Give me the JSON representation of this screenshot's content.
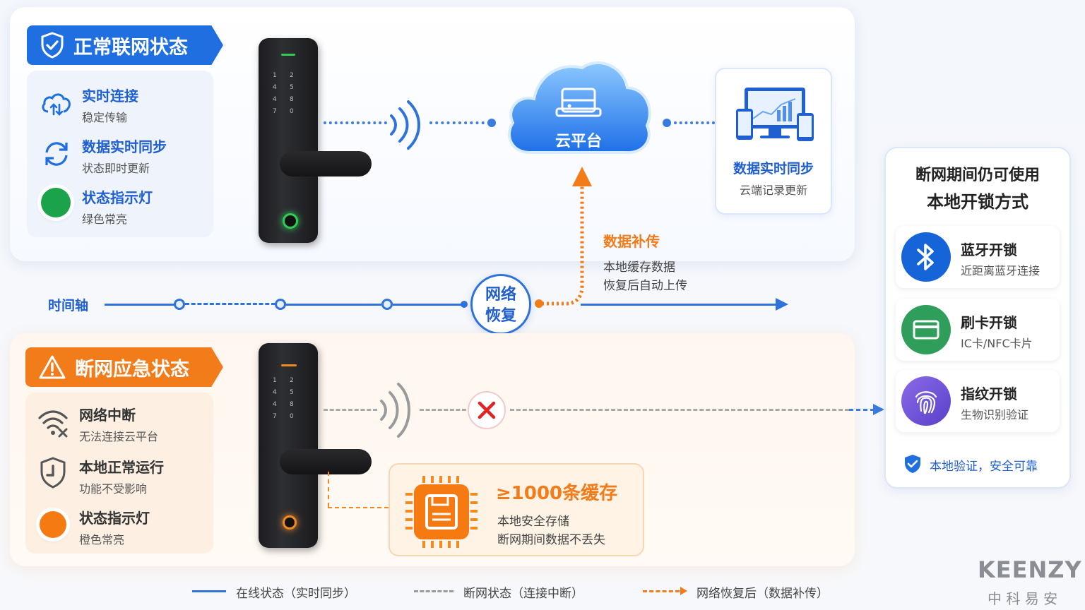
{
  "online": {
    "banner": "正常联网状态",
    "items": [
      {
        "title": "实时连接",
        "sub": "稳定传输"
      },
      {
        "title": "数据实时同步",
        "sub": "状态即时更新"
      },
      {
        "title": "状态指示灯",
        "sub": "绿色常亮"
      }
    ],
    "cloud_label": "云平台",
    "sync_box": {
      "title": "数据实时同步",
      "sub": "云端记录更新"
    }
  },
  "lock_keys": [
    "1",
    "2",
    "4",
    "5",
    "4",
    "8",
    "7",
    "0"
  ],
  "timeline": {
    "label": "时间轴",
    "recover": [
      "网络",
      "恢复"
    ],
    "resend_title": "数据补传",
    "resend_lines": [
      "本地缓存数据",
      "恢复后自动上传"
    ]
  },
  "offline": {
    "banner": "断网应急状态",
    "items": [
      {
        "title": "网络中断",
        "sub": "无法连接云平台"
      },
      {
        "title": "本地正常运行",
        "sub": "功能不受影响"
      },
      {
        "title": "状态指示灯",
        "sub": "橙色常亮"
      }
    ],
    "cache": {
      "title": "≥1000条缓存",
      "lines": [
        "本地安全存储",
        "断网期间数据不丢失"
      ]
    }
  },
  "right_panel": {
    "title_lines": [
      "断网期间仍可使用",
      "本地开锁方式"
    ],
    "methods": [
      {
        "title": "蓝牙开锁",
        "sub": "近距离蓝牙连接",
        "icon": "bluetooth-icon",
        "color": "#1565d8"
      },
      {
        "title": "刷卡开锁",
        "sub": "IC卡/NFC卡片",
        "icon": "card-icon",
        "color": "#2e9e5a"
      },
      {
        "title": "指纹开锁",
        "sub": "生物识别验证",
        "icon": "fingerprint-icon",
        "color": "#6a4fd6"
      }
    ],
    "footer": "本地验证，安全可靠"
  },
  "legend": [
    {
      "label": "在线状态（实时同步）",
      "style": "solid-blue"
    },
    {
      "label": "断网状态（连接中断）",
      "style": "dashed-gray"
    },
    {
      "label": "网络恢复后（数据补传）",
      "style": "dashed-orange-arrow"
    }
  ],
  "brand": {
    "name": "KEENZY",
    "sub": "中 科 易 安"
  },
  "colors": {
    "blue": "#1f6fe0",
    "orange": "#f27c1a",
    "green": "#1aa34a"
  }
}
